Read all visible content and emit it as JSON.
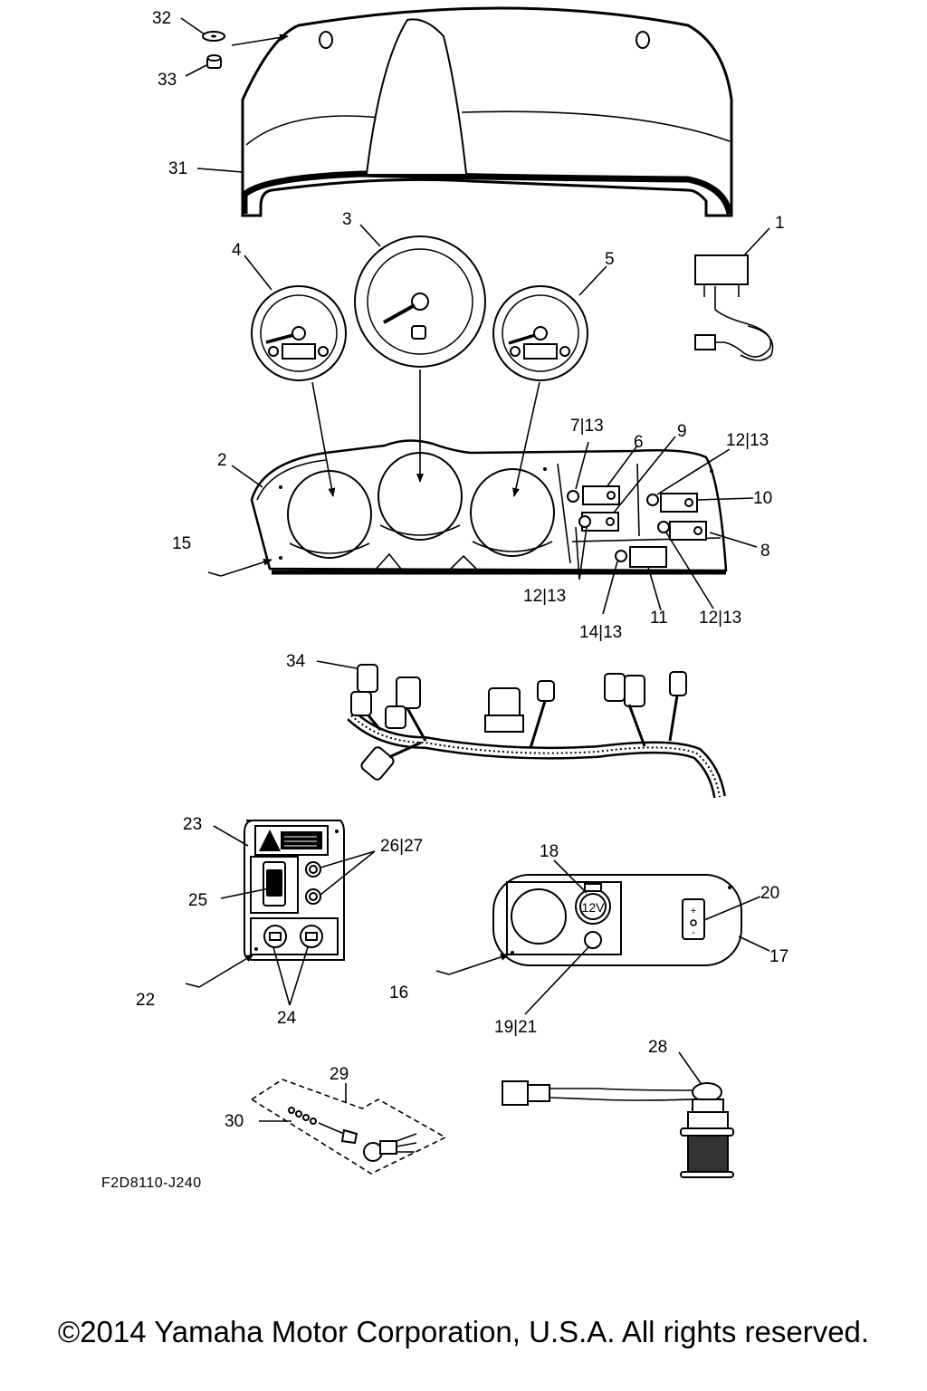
{
  "diagram": {
    "drawing_code": "F2D8110-J240",
    "copyright": "©2014 Yamaha Motor Corporation, U.S.A. All rights reserved.",
    "labels": {
      "p1": "1",
      "p2": "2",
      "p3": "3",
      "p4": "4",
      "p5": "5",
      "p6": "6",
      "p7_13": "7|13",
      "p8": "8",
      "p9": "9",
      "p10": "10",
      "p11": "11",
      "p12_13_a": "12|13",
      "p12_13_b": "12|13",
      "p12_13_c": "12|13",
      "p14_13": "14|13",
      "p15": "15",
      "p16": "16",
      "p17": "17",
      "p18": "18",
      "p19_21": "19|21",
      "p20": "20",
      "p22": "22",
      "p23": "23",
      "p24": "24",
      "p25": "25",
      "p26_27": "26|27",
      "p28": "28",
      "p29": "29",
      "p30": "30",
      "p31": "31",
      "p32": "32",
      "p33": "33",
      "p34": "34"
    },
    "socket_label": "12V",
    "switch_marks": {
      "plus": "+",
      "minus": "-"
    }
  }
}
